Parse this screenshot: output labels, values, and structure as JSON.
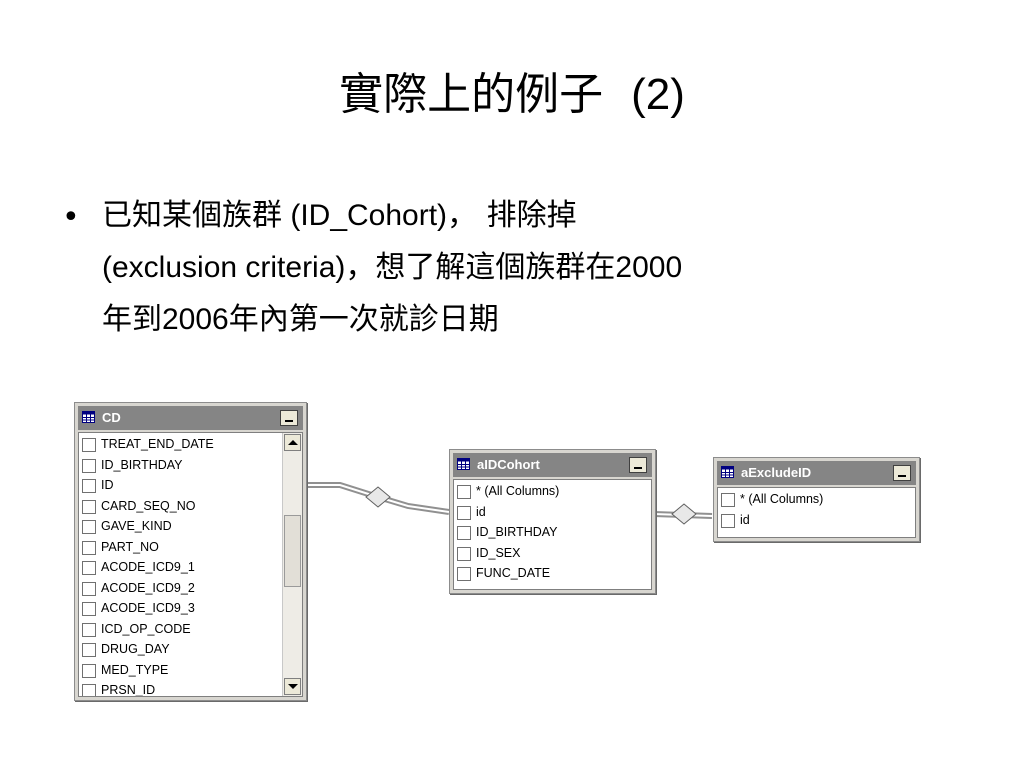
{
  "slide": {
    "title": "實際上的例子",
    "title_num": "(2)",
    "bullet": {
      "part1": "已知某個族群",
      "part2": " (ID_Cohort)",
      "part3": "， 排除掉",
      "part4": "(exclusion criteria)",
      "part5": "，想了解這個族群在",
      "part6": "2000",
      "part7": "年到",
      "part8": "2006",
      "part9": "年內第一次就診日期"
    }
  },
  "tables": {
    "cd": {
      "title": "CD",
      "columns": [
        "TREAT_END_DATE",
        "ID_BIRTHDAY",
        "ID",
        "CARD_SEQ_NO",
        "GAVE_KIND",
        "PART_NO",
        "ACODE_ICD9_1",
        "ACODE_ICD9_2",
        "ACODE_ICD9_3",
        "ICD_OP_CODE",
        "DRUG_DAY",
        "MED_TYPE",
        "PRSN_ID"
      ]
    },
    "aidcohort": {
      "title": "aIDCohort",
      "columns": [
        "* (All Columns)",
        "id",
        "ID_BIRTHDAY",
        "ID_SEX",
        "FUNC_DATE"
      ]
    },
    "aexcludeid": {
      "title": "aExcludeID",
      "columns": [
        "* (All Columns)",
        "id"
      ]
    }
  },
  "icons": {
    "table": "table-grid-icon",
    "minimize": "minimize-icon",
    "join": "join-diamond-icon"
  },
  "colors": {
    "title_bar": "#858585",
    "window_frame": "#d8d6d0"
  }
}
